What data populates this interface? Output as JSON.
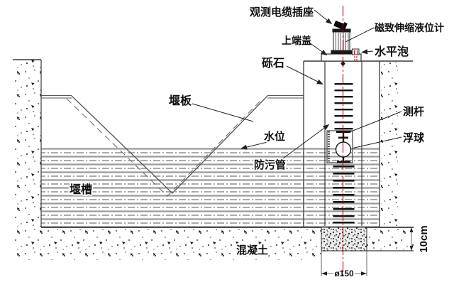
{
  "diagram": {
    "labels": {
      "cable_socket": "观测电缆插座",
      "level_gauge": "磁致伸缩液位计",
      "top_cap": "上端盖",
      "level_bubble": "水平泡",
      "gravel": "砾石",
      "weir_plate": "堰板",
      "water_level": "水位",
      "measuring_rod": "测杆",
      "float_ball": "浮球",
      "anti_fouling_pipe": "防污管",
      "weir_channel": "堰槽",
      "concrete": "混凝土"
    },
    "dimensions": {
      "pipe_diameter": "ø150",
      "base_height": "10cm"
    },
    "colors": {
      "centerline": "#b30000",
      "outline": "#333333",
      "water_line": "#999999"
    }
  }
}
